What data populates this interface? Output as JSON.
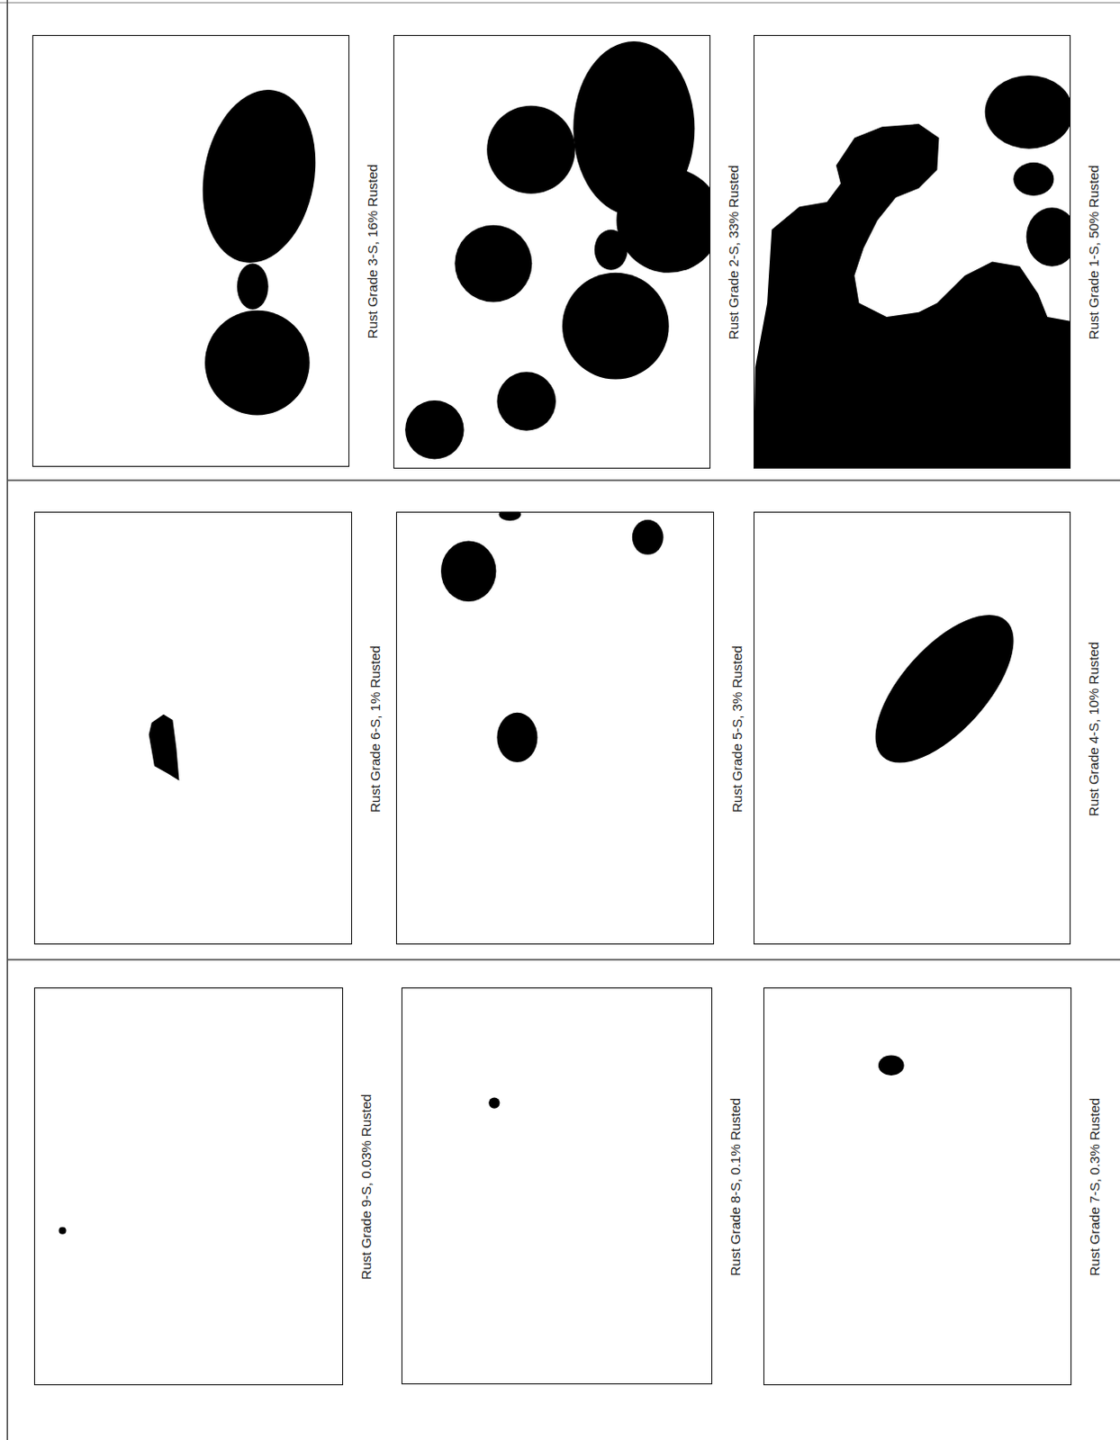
{
  "diagram": {
    "nodes": [
      {
        "text": [
          "Rust Grade 9-S, 0.03% Rusted"
        ]
      },
      {
        "text": [
          "Rust Grade 8-S, 0.1% Rusted"
        ]
      },
      {
        "text": [
          "Rust Grade 7-S, 0.3% Rusted"
        ]
      },
      {
        "text": [
          "Rust Grade 6-S, 1% Rusted"
        ]
      },
      {
        "text": [
          "Rust Grade 5-S, 3% Rusted"
        ]
      },
      {
        "text": [
          "Rust Grade 4-S, 10% Rusted"
        ]
      },
      {
        "text": [
          "Rust Grade 3-S, 16% Rusted"
        ]
      },
      {
        "text": [
          "Rust Grade 2-S, 33% Rusted"
        ]
      },
      {
        "text": [
          "Rust Grade 1-S, 50% Rusted"
        ]
      }
    ]
  }
}
